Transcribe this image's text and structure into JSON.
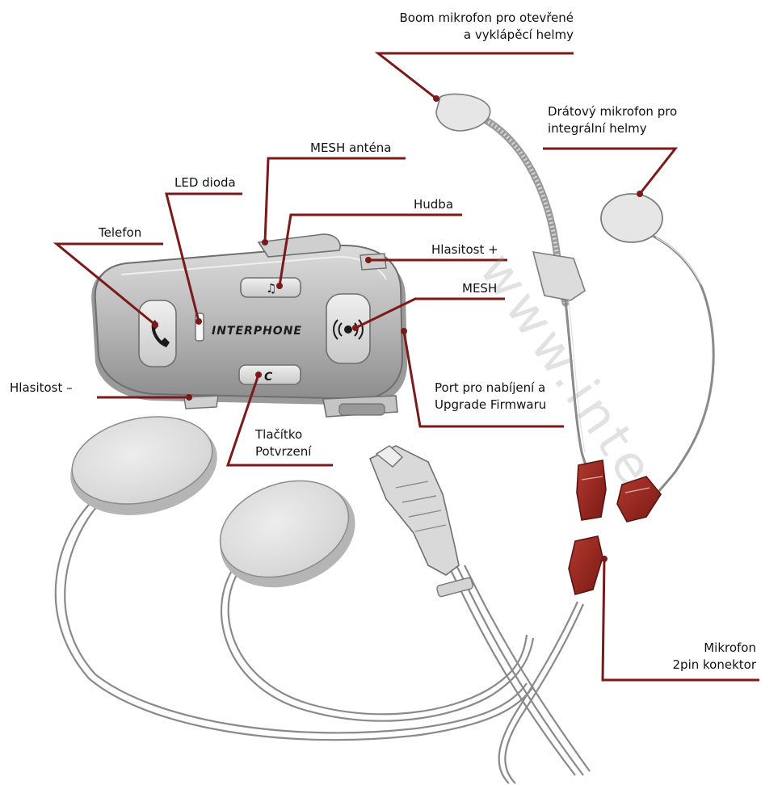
{
  "labels": {
    "boom_mic_line1": "Boom mikrofon pro otevřené",
    "boom_mic_line2": "a vyklápěcí helmy",
    "wired_mic_line1": "Drátový mikrofon pro",
    "wired_mic_line2": "integrální helmy",
    "mesh_antenna": "MESH anténa",
    "led": "LED dioda",
    "music": "Hudba",
    "phone": "Telefon",
    "volume_plus": "Hlasitost +",
    "mesh": "MESH",
    "port_line1": "Port pro nabíjení a",
    "port_line2": "Upgrade Firmwaru",
    "volume_minus": "Hlasitost –",
    "confirm_line1": "Tlačítko",
    "confirm_line2": "Potvrzení",
    "mic_conn_line1": "Mikrofon",
    "mic_conn_line2": "2pin konektor"
  },
  "device": {
    "brand_text": "INTERPHONE",
    "button_c": "C",
    "button_music_glyph": "♫",
    "button_phone_icon": "phone-icon",
    "button_mesh_icon": "mesh-wave-icon"
  },
  "watermark": "www.inte",
  "colors": {
    "leader_line": "#7a1a1a",
    "device_body": "#b9b9b9",
    "device_buttons": "#dedede",
    "connector_red": "#9b2a22",
    "speaker_fill": "#e6e6e6"
  }
}
